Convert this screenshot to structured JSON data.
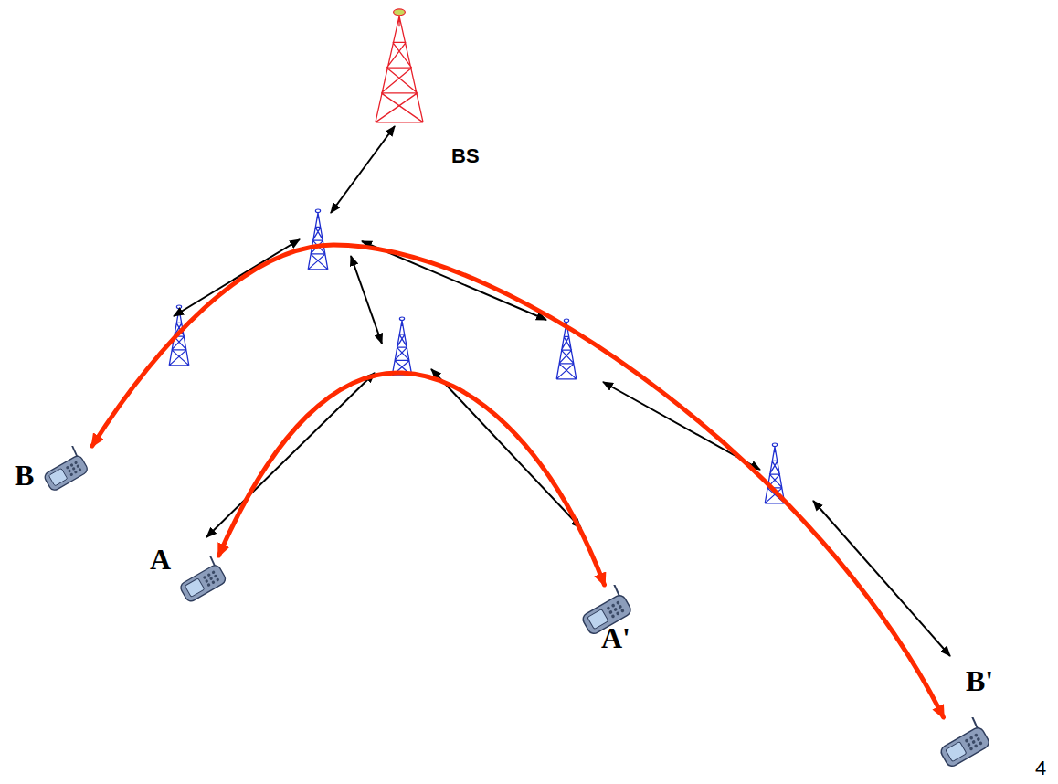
{
  "diagram": {
    "nodes": [
      {
        "text": [
          "BS"
        ]
      },
      {
        "text": [
          "B"
        ]
      },
      {
        "text": [
          "A"
        ]
      },
      {
        "text": [
          "A'"
        ]
      },
      {
        "text": [
          "B'"
        ]
      }
    ],
    "edges": [
      {
        "from": 2,
        "to": 3,
        "arrow": "both"
      },
      {
        "from": 1,
        "to": 4,
        "arrow": "both"
      }
    ],
    "labels": [
      "4"
    ]
  }
}
